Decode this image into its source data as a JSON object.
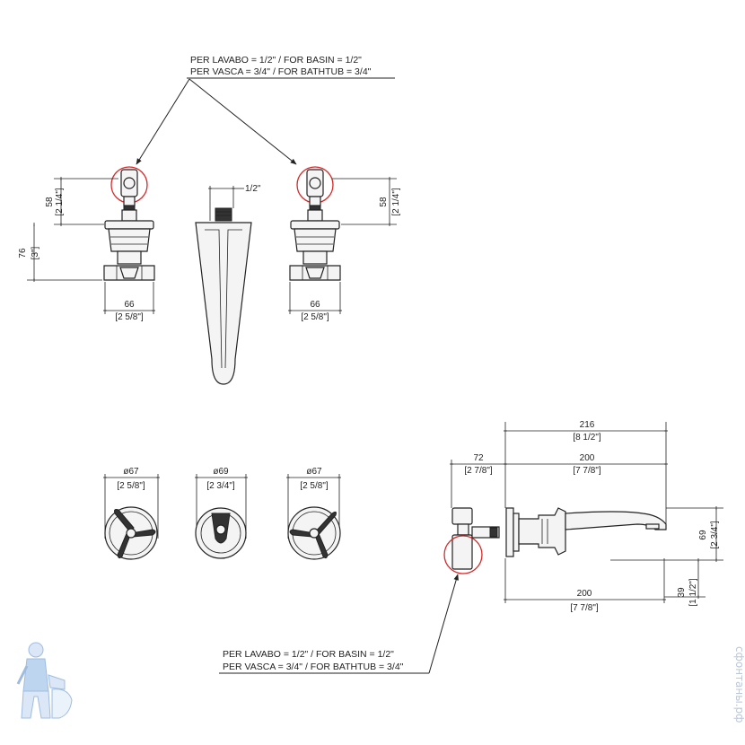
{
  "notes": {
    "top_line1": "PER LAVABO = 1/2\" / FOR BASIN = 1/2\"",
    "top_line2": "PER VASCA = 3/4\" / FOR BATHTUB = 3/4\"",
    "bottom_line1": "PER LAVABO = 1/2\" / FOR BASIN = 1/2\"",
    "bottom_line2": "PER VASCA = 3/4\" / FOR BATHTUB = 3/4\""
  },
  "front_view": {
    "left_height_mm": "58",
    "left_height_in": "[2 1/4\"]",
    "left_total_mm": "76",
    "left_total_in": "[3\"]",
    "left_width_mm": "66",
    "left_width_in": "[2 5/8\"]",
    "right_height_mm": "58",
    "right_height_in": "[2 1/4\"]",
    "right_width_mm": "66",
    "right_width_in": "[2 5/8\"]",
    "spout_thread": "1/2\""
  },
  "rosettes": {
    "left_dia": "ø67",
    "left_in": "[2 5/8\"]",
    "center_dia": "ø69",
    "center_in": "[2 3/4\"]",
    "right_dia": "ø67",
    "right_in": "[2 5/8\"]"
  },
  "side_view": {
    "overall_mm": "216",
    "overall_in": "[8 1/2\"]",
    "body_mm": "72",
    "body_in": "[2 7/8\"]",
    "reach_top_mm": "200",
    "reach_top_in": "[7 7/8\"]",
    "height_mm": "69",
    "height_in": "[2 3/4\"]",
    "drop_mm": "39",
    "drop_in": "[1 1/2\"]",
    "reach_bottom_mm": "200",
    "reach_bottom_in": "[7 7/8\"]"
  },
  "watermark": "сфонтаны.рф",
  "icons": {
    "logo": "plumber-mascot-icon"
  }
}
